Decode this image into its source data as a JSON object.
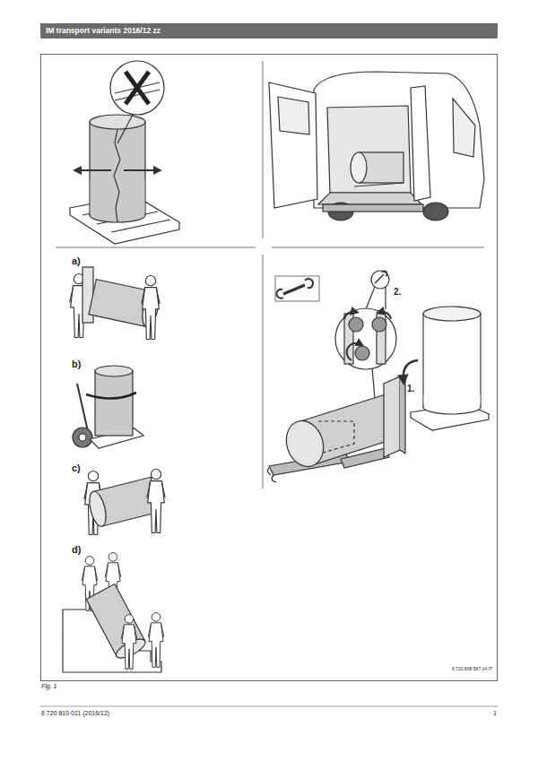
{
  "diagram": {
    "title": "IM transport variants 2016/12 zz",
    "caption": "Fig. 1",
    "labels": [
      "a)",
      "b)",
      "c)",
      "d)",
      "2.",
      "1.",
      "6 720 808 587-14 IT",
      "6 720 810 011 (2016/12)",
      "1"
    ]
  }
}
